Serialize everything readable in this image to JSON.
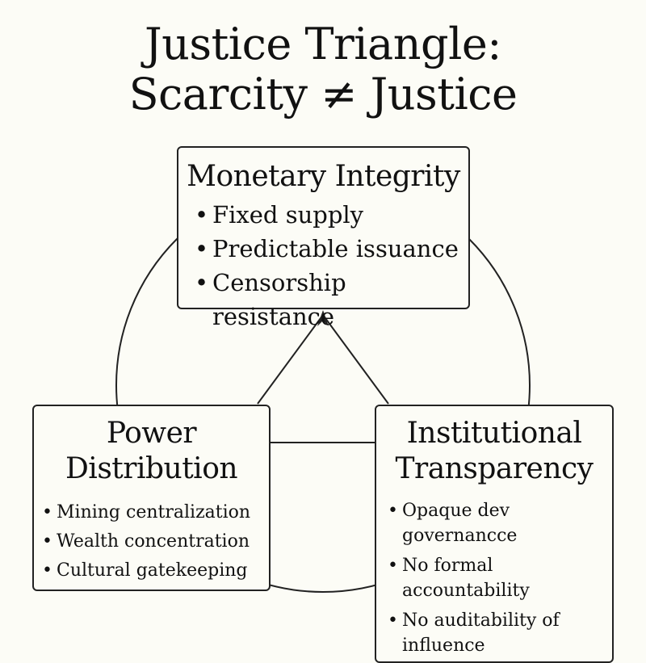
{
  "title": {
    "line1": "Justice Triangle:",
    "line2": "Scarcity ≠ Justice"
  },
  "nodes": {
    "monetary_integrity": {
      "heading": "Monetary Integrity",
      "bullets": [
        "Fixed supply",
        "Predictable issuance",
        "Censorship resistance"
      ]
    },
    "power_distribution": {
      "heading_line1": "Power",
      "heading_line2": "Distribution",
      "bullets": [
        "Mining centralization",
        "Wealth concentration",
        "Cultural gatekeeping"
      ]
    },
    "institutional_transparency": {
      "heading_line1": "Institutional",
      "heading_line2": "Transparency",
      "bullets": [
        "Opaque dev governancce",
        "No formal accountability",
        "No auditability of influence"
      ]
    }
  },
  "colors": {
    "background": "#fcfcf6",
    "ink": "#111111"
  }
}
